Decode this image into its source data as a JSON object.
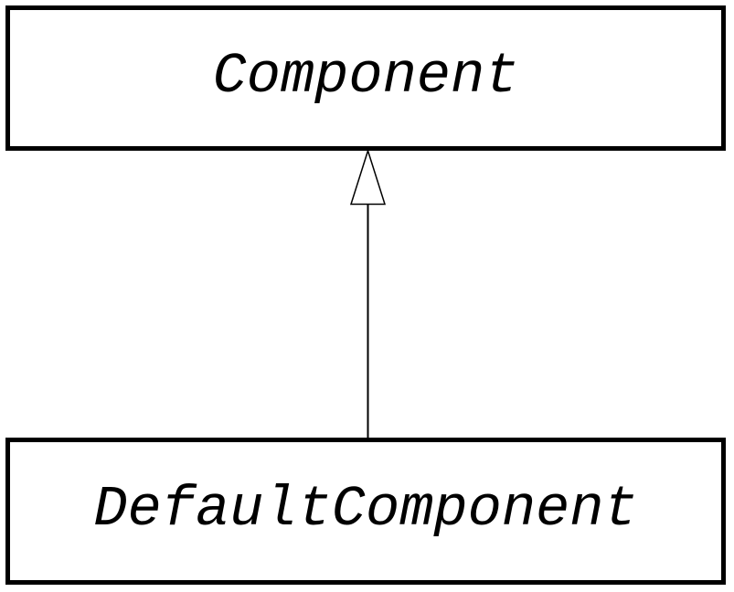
{
  "diagram": {
    "kind": "uml-class-diagram",
    "parent_class": {
      "name": "Component"
    },
    "child_class": {
      "name": "DefaultComponent"
    },
    "relationship": {
      "type": "generalization",
      "description": "DefaultComponent inherits from Component",
      "arrowhead": "hollow-triangle"
    },
    "colors": {
      "stroke": "#000000",
      "background": "#ffffff",
      "box_fill": "#ffffff",
      "text": "#000000"
    }
  }
}
